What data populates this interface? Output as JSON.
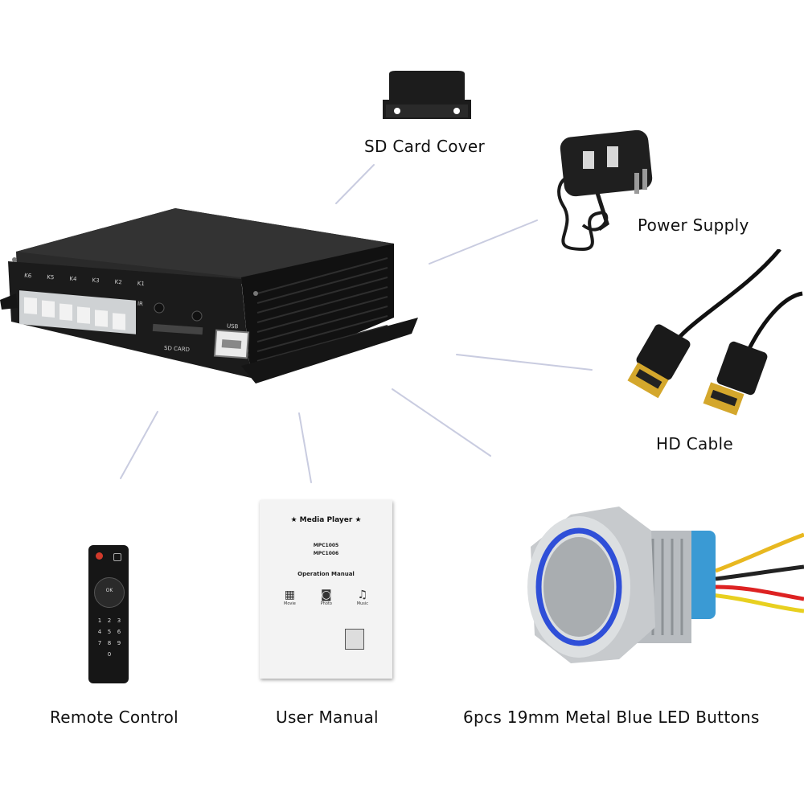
{
  "captions": {
    "sd_card_cover": "SD Card Cover",
    "power_supply": "Power Supply",
    "hd_cable": "HD Cable",
    "remote_control": "Remote Control",
    "user_manual": "User Manual",
    "led_buttons": "6pcs 19mm Metal Blue LED Buttons"
  },
  "player": {
    "key_labels": [
      "K6",
      "K5",
      "K4",
      "K3",
      "K2",
      "K1"
    ],
    "ir_label": "IR",
    "usb_label": "USB",
    "sd_label": "SD CARD"
  },
  "manual": {
    "title": "Media Player",
    "models": [
      "MPC1005",
      "MPC1006"
    ],
    "subtitle": "Operation Manual",
    "icons": [
      "Movie",
      "Photo",
      "Music"
    ]
  },
  "remote": {
    "ok_label": "OK",
    "keys": [
      "1",
      "2",
      "3",
      "4",
      "5",
      "6",
      "7",
      "8",
      "9",
      "0"
    ]
  },
  "colors": {
    "led_blue": "#2f4fd8",
    "body_black": "#1b1b1b",
    "connector_gold": "#d4a72c",
    "relay_blue": "#3a9ad4"
  }
}
